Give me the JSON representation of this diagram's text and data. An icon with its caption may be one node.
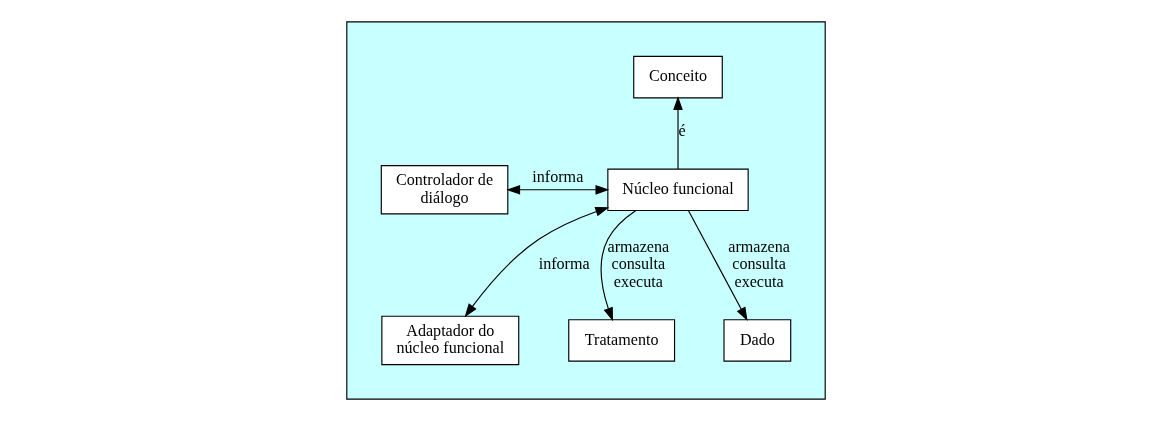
{
  "diagram": {
    "nodes": [
      {
        "text": [],
        "shape": "parallelogram"
      },
      {
        "text": [
          "Conceito"
        ],
        "in": 0
      },
      {
        "text": [
          "Controlador de diálogo"
        ],
        "in": 0
      },
      {
        "text": [
          "Núcleo funcional"
        ],
        "in": 0
      },
      {
        "text": [
          "Adaptador do núcleo funcional"
        ],
        "in": 0
      },
      {
        "text": [
          "Tratamento"
        ],
        "in": 0
      },
      {
        "text": [
          "Dado"
        ],
        "in": 0
      }
    ],
    "edges": [
      {
        "from": 3,
        "to": 1,
        "arrow": "to",
        "label": "é"
      },
      {
        "from": 2,
        "to": 3,
        "arrow": "both",
        "label": "informa"
      },
      {
        "from": 4,
        "to": 3,
        "arrow": "both",
        "label": "informa"
      },
      {
        "from": 3,
        "to": 5,
        "arrow": "to",
        "label": "armazena consulta executa"
      },
      {
        "from": 3,
        "to": 6,
        "arrow": "to",
        "label": "armazena consulta executa"
      }
    ]
  }
}
